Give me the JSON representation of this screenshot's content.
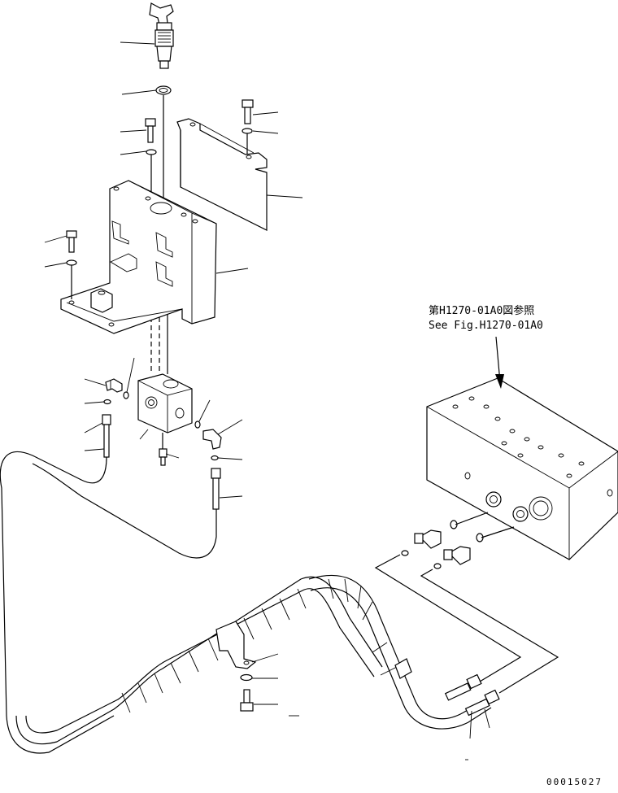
{
  "reference": {
    "line1": "第H1270-01A0図参照",
    "line2": "See Fig.H1270-01A0"
  },
  "figure_number": "00015027",
  "colors": {
    "ink": "#000000",
    "background": "#ffffff"
  }
}
